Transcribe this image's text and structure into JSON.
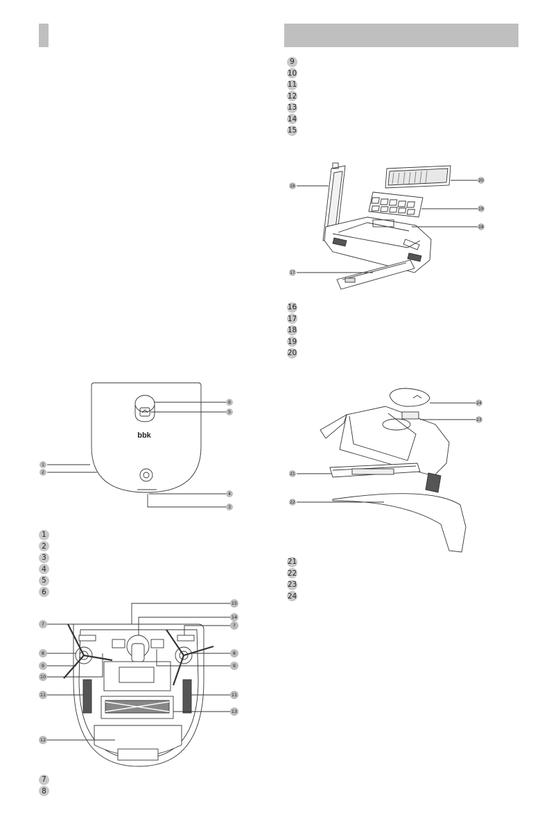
{
  "brand": "bbk",
  "list_a": [
    "9",
    "10",
    "11",
    "12",
    "13",
    "14",
    "15"
  ],
  "list_b": [
    "16",
    "17",
    "18",
    "19",
    "20"
  ],
  "list_c": [
    "21",
    "22",
    "23",
    "24"
  ],
  "list_d": [
    "1",
    "2",
    "3",
    "4",
    "5",
    "6"
  ],
  "list_e": [
    "7",
    "8"
  ],
  "callouts_box": {
    "c16": "16",
    "c17": "17",
    "c18": "18",
    "c19": "19",
    "c20": "20"
  },
  "callouts_top": {
    "c1": "1",
    "c2": "2",
    "c3": "3",
    "c4": "4",
    "c5": "5",
    "c6": "6"
  },
  "callouts_cover": {
    "c21": "21",
    "c22": "22",
    "c23": "23",
    "c24": "24"
  },
  "callouts_bottom": {
    "l7": "7",
    "l8": "8",
    "l9": "9",
    "l10": "10",
    "l11": "11",
    "l12": "12",
    "r15": "15",
    "r14": "14",
    "r7": "7",
    "r8": "8",
    "r9": "9",
    "r11": "11",
    "r13": "13"
  }
}
